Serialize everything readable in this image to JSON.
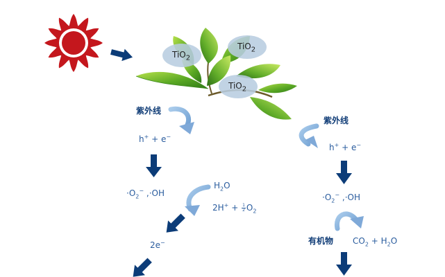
{
  "catalyst": {
    "labels": [
      {
        "base": "TiO",
        "sub": "2"
      },
      {
        "base": "TiO",
        "sub": "2"
      },
      {
        "base": "TiO",
        "sub": "2"
      }
    ]
  },
  "left_path": {
    "uv_label": "紫外线",
    "hole_electron": {
      "h": "h",
      "h_sup": "+",
      "plus": " + ",
      "e": "e",
      "e_sup": "−"
    },
    "radicals": {
      "o2": "·O",
      "o2_sub": "2",
      "o2_sup": "−",
      "sep": " ,·OH"
    },
    "water": {
      "base": "H",
      "sub": "2",
      "rest": "O"
    },
    "products": {
      "coef": "2H",
      "sup": "+",
      "plus": " + ",
      "frac_num": "1",
      "frac_den": "2",
      "o": "O",
      "o_sub": "2"
    },
    "electrons": {
      "text": "2e",
      "sup": "−"
    }
  },
  "right_path": {
    "uv_label": "紫外线",
    "hole_electron": {
      "h": "h",
      "h_sup": "+",
      "plus": " + ",
      "e": "e",
      "e_sup": "−"
    },
    "radicals": {
      "o2": "·O",
      "o2_sub": "2",
      "o2_sup": "−",
      "sep": " ,·OH"
    },
    "organic_label": "有机物",
    "products": {
      "co2": "CO",
      "co2_sub": "2",
      "plus": " + ",
      "h2o": "H",
      "h2o_sub": "2",
      "h2o_rest": "O"
    }
  },
  "colors": {
    "arrow_dark": "#0c3c78",
    "arrow_light": "#8fb8e0",
    "sun": "#c4171d",
    "bubble": "#b8cde0",
    "text": "#2a5c9e"
  }
}
